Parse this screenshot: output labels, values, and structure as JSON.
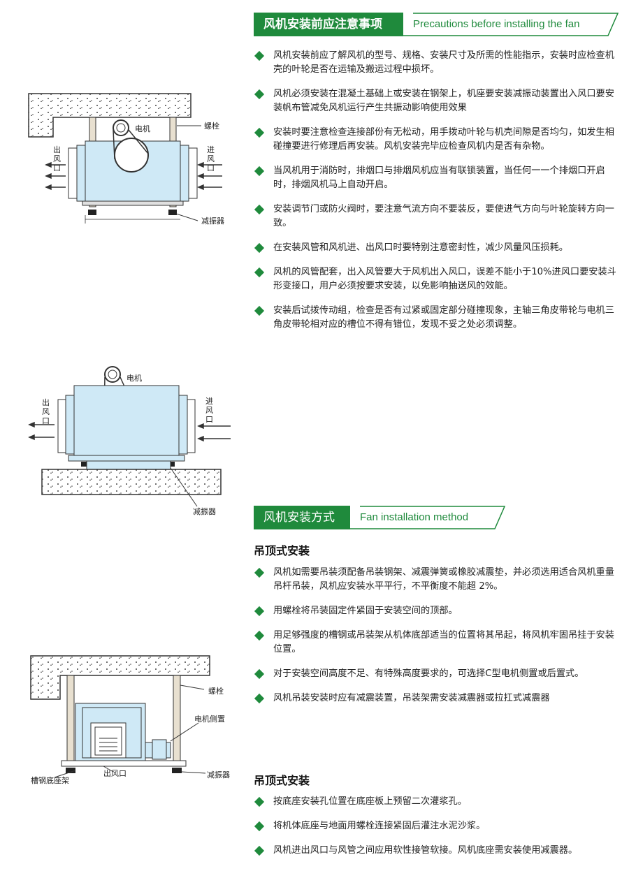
{
  "section1": {
    "title_cn": "风机安装前应注意事项",
    "title_en": "Precautions before installing the fan",
    "items": [
      "风机安装前应了解风机的型号、规格、安装尺寸及所需的性能指示，安装时应检查机壳的叶轮是否在运输及搬运过程中损坏。",
      "风机必须安装在混凝土基础上或安装在钢架上，机座要安装减振动装置出入风口要安装帆布管减免风机运行产生共振动影响使用效果",
      "安装时要注意检查连接部份有无松动，用手拨动叶轮与机壳间隙是否均匀，如发生相碰撞要进行修理后再安装。风机安装完毕应检查风机内是否有杂物。",
      "当风机用于消防时，排烟口与排烟风机应当有联锁装置，当任何一一个排烟口开启时，排烟风机马上自动开启。",
      "安装调节门或防火阀时，要注意气流方向不要装反，要使进气方向与叶轮旋转方向一致。",
      "在安装风管和风机进、出风口时要特别注意密封性，减少风量风压损耗。",
      "风机的风管配套，出入风管要大于风机出入风口，误差不能小于10%进风口要安装斗形变接口，用户必须按要求安装，以免影响抽送风的效能。",
      "安装后试拨传动组，检查是否有过紧或固定部分碰撞现象，主轴三角皮带轮与电机三角皮带轮相对应的槽位不得有错位，发现不妥之处必须调整。"
    ]
  },
  "section2": {
    "title_cn": "风机安装方式",
    "title_en": "Fan installation method",
    "sub1": {
      "title": "吊顶式安装",
      "items": [
        "风机如需要吊装须配备吊装钢架、减震弹簧或橡胶减震垫，并必须选用适合风机重量吊杆吊装，风机应安装水平平行，不平衡度不能超 2%。",
        "用螺栓将吊装固定件紧固于安装空间的顶部。",
        "用足够强度的槽钢或吊装架从机体底部适当的位置将其吊起，将风机牢固吊挂于安装位置。",
        "对于安装空间高度不足、有特殊高度要求的，可选择C型电机侧置或后置式。",
        "风机吊装安装时应有减震装置，吊装架需安装减震器或拉扛式减震器"
      ]
    },
    "sub2": {
      "title": "吊顶式安装",
      "items": [
        "按底座安装孔位置在底座板上预留二次灌浆孔。",
        "将机体底座与地面用螺栓连接紧固后灌注水泥沙浆。",
        "风机进出风口与风管之间应用软性接管软接。风机底座需安装使用减震器。"
      ]
    }
  },
  "figures": {
    "fig1": {
      "motor": "电机",
      "bolt": "螺栓",
      "outlet": "出风口",
      "inlet": "进风口",
      "damper": "减振器"
    },
    "fig2": {
      "motor": "电机",
      "outlet": "出风口",
      "inlet": "进风口",
      "damper": "减振器"
    },
    "fig3": {
      "bolt": "螺栓",
      "motor_side": "电机侧置",
      "outlet": "出风口",
      "base": "槽钢底座架",
      "damper": "减振器"
    }
  },
  "colors": {
    "accent": "#1f8a3c",
    "fan_body": "#cfe9f6"
  }
}
